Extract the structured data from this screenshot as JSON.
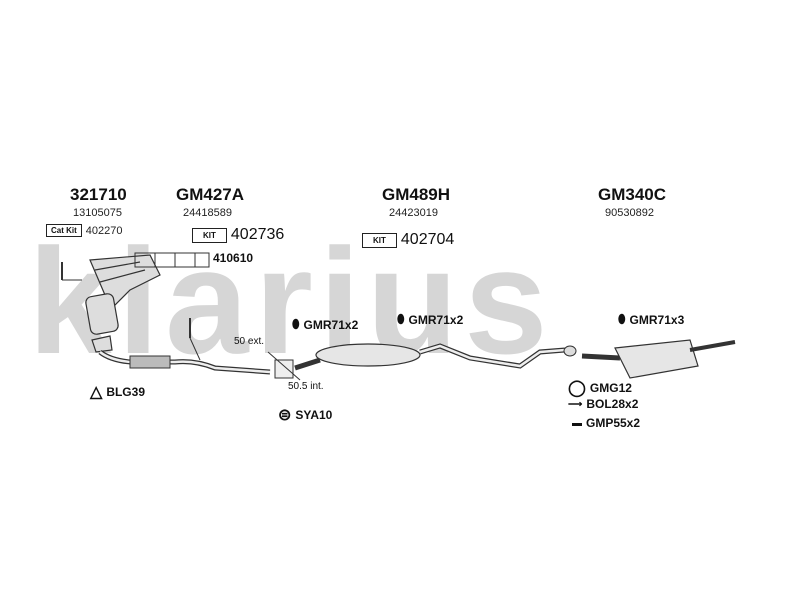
{
  "watermark": "klarius",
  "groups": [
    {
      "code": "321710",
      "ref": "13105075",
      "kit_label": "Cat Kit",
      "kit_number": "402270"
    },
    {
      "code": "GM427A",
      "ref": "24418589",
      "kit_label": "KIT",
      "kit_number": "402736"
    },
    {
      "code": "GM489H",
      "ref": "24423019",
      "kit_label": "KIT",
      "kit_number": "402704"
    },
    {
      "code": "GM340C",
      "ref": "90530892"
    }
  ],
  "gasket_set": "410610",
  "parts": {
    "blg": "BLG39",
    "gmr1": "GMR71x2",
    "gmr2": "GMR71x2",
    "gmr3": "GMR71x3",
    "sya": "SYA10",
    "gmg": "GMG12",
    "bol": "BOL28x2",
    "gmp": "GMP55x2"
  },
  "notes": {
    "ext": "50 ext.",
    "int": "50.5 int."
  }
}
